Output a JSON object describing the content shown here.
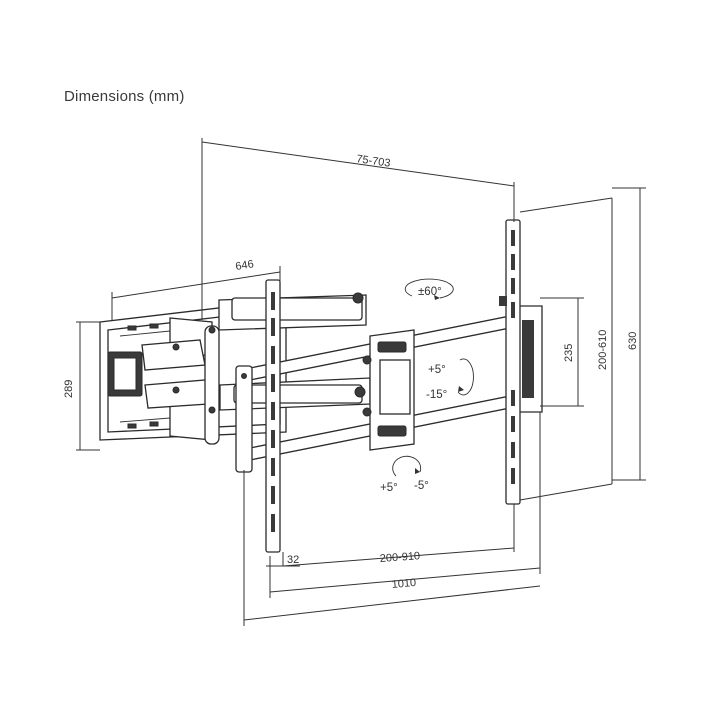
{
  "title": "Dimensions (mm)",
  "dimensions": {
    "vesa_diagonal": "75-703",
    "arm_depth": "646",
    "wall_plate_height": "289",
    "bracket_height": "235",
    "vesa_vertical": "200-610",
    "overall_height": "630",
    "offset": "32",
    "vesa_horizontal": "200-910",
    "overall_width": "1010"
  },
  "angles": {
    "swivel": "±60°",
    "tilt_up": "+5°",
    "tilt_down": "-15°",
    "level_plus": "+5°",
    "level_minus": "-5°"
  }
}
